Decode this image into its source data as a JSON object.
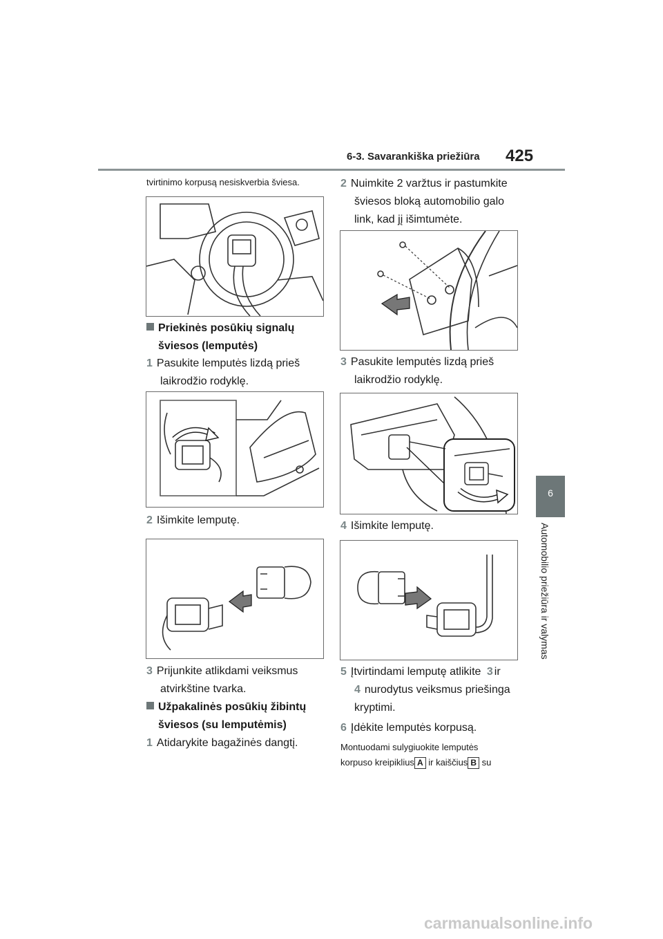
{
  "header": {
    "section": "6-3. Savarankiška priežiūra",
    "page_number": "425"
  },
  "side_tab": {
    "chapter_number": "6",
    "chapter_title": "Automobilio priežiūra ir valymas"
  },
  "left": {
    "intro": "tvirtinimo korpusą nesiskverbia šviesa.",
    "heading1_line1": "Priekinės posūkių signalų",
    "heading1_line2": "šviesos (lemputės)",
    "step1_num": "1",
    "step1_line1": "Pasukite lemputės lizdą prieš",
    "step1_line2": "laikrodžio rodyklę.",
    "step2_num": "2",
    "step2": "Išimkite lemputę.",
    "step3_num": "3",
    "step3_line1": "Prijunkite atlikdami veiksmus",
    "step3_line2": "atvirkštine tvarka.",
    "heading2_line1": "Užpakalinės posūkių žibintų",
    "heading2_line2": "šviesos (su lemputėmis)",
    "step4_num": "1",
    "step4": "Atidarykite bagažinės dangtį."
  },
  "right": {
    "step1_num": "2",
    "step1_line1": "Nuimkite 2 varžtus ir pastumkite",
    "step1_line2": "šviesos bloką automobilio galo",
    "step1_line3": "link, kad jį išimtumėte.",
    "step2_num": "3",
    "step2_line1": "Pasukite lemputės lizdą prieš",
    "step2_line2": "laikrodžio rodyklę.",
    "step3_num": "4",
    "step3": "Išimkite lemputę.",
    "step4_num": "5",
    "step4_a": "Įtvirtindami lemputę atlikite",
    "step4_ref1": "3",
    "step4_b": "ir",
    "step4_ref2": "4",
    "step4_c": "nurodytus veiksmus priešinga",
    "step4_line3": "kryptimi.",
    "step5_num": "6",
    "step5": "Įdėkite lemputės korpusą.",
    "note_line1": "Montuodami sulygiuokite lemputės",
    "note_a": "korpuso kreipiklius",
    "note_letter_a": "A",
    "note_b": "ir kaiščius",
    "note_letter_b": "B",
    "note_c": "su"
  },
  "watermark": "carmanualsonline.info"
}
